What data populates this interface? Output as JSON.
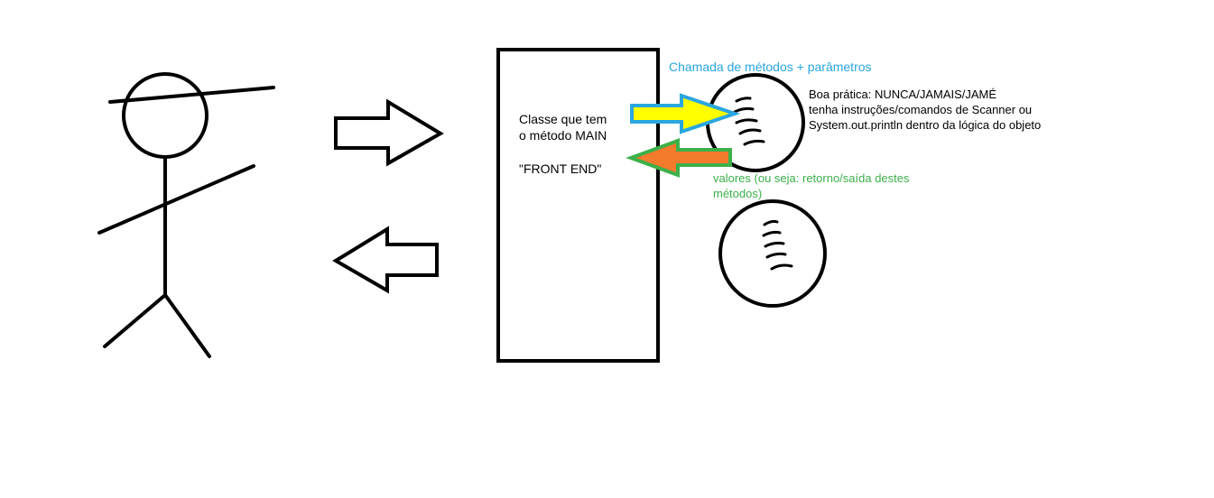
{
  "main_box": {
    "line1": "Classe que tem",
    "line2": "o método MAIN",
    "line3": "\"FRONT END\""
  },
  "call_label": "Chamada de métodos + parâmetros",
  "good_practice": {
    "line1": "Boa prática: NUNCA/JAMAIS/JAMÉ",
    "line2": "tenha instruções/comandos de Scanner ou",
    "line3": "System.out.println dentro da lógica do objeto"
  },
  "return_label": {
    "line1": "valores (ou seja: retorno/saída destes",
    "line2": "métodos)"
  },
  "colors": {
    "call_text": "#2aa6e0",
    "call_arrow_fill": "#ffff00",
    "call_arrow_border": "#2aa6e0",
    "return_text": "#3cb04a",
    "return_arrow_fill": "#f47a2c",
    "return_arrow_border": "#3cb04a"
  }
}
